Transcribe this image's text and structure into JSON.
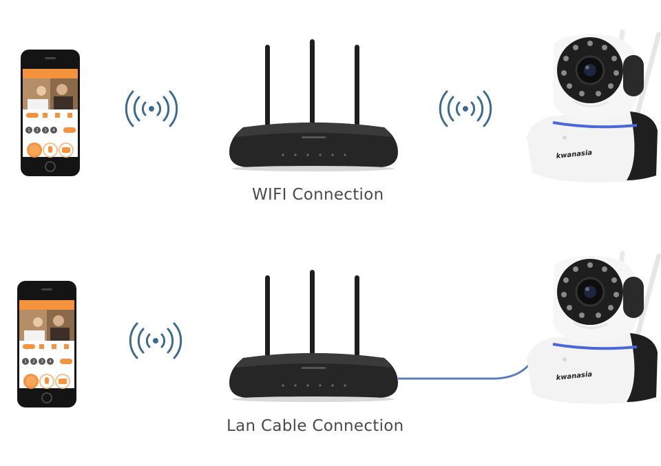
{
  "captions": {
    "wifi": "WIFI Connection",
    "lan": "Lan Cable Connection"
  },
  "camera": {
    "brand": "kwanasia"
  },
  "phone_app": {
    "key_labels": [
      "1",
      "2",
      "3",
      "4"
    ]
  },
  "colors": {
    "signal": "#3d6a8f",
    "cable": "#5b7fbd",
    "camera_ring": "#4a66d8",
    "app_accent": "#f5923e",
    "caption_text": "#4a4a4a"
  },
  "icons": {
    "signal": "wifi-signal-icon",
    "router": "router",
    "camera": "ip-camera",
    "phone": "smartphone"
  }
}
